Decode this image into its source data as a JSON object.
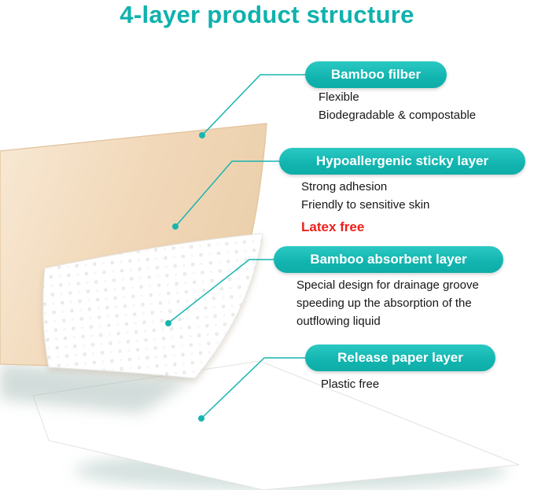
{
  "title": "4-layer product structure",
  "colors": {
    "accent": "#0fb1ad",
    "badge": "#12b4af",
    "connector": "#17b5b0",
    "highlight_red": "#ee1f1a",
    "fiber_beige": "#f0d6b6"
  },
  "layers": [
    {
      "label": "Bamboo filber",
      "lines": [
        "Flexible",
        "Biodegradable & compostable"
      ]
    },
    {
      "label": "Hypoallergenic sticky layer",
      "lines": [
        "Strong adhesion",
        "Friendly to sensitive skin"
      ],
      "highlight": "Latex free"
    },
    {
      "label": "Bamboo absorbent layer",
      "lines": [
        "Special design for drainage groove",
        "speeding up the absorption of the",
        "outflowing liquid"
      ]
    },
    {
      "label": "Release paper layer",
      "lines": [
        "Plastic free"
      ]
    }
  ]
}
